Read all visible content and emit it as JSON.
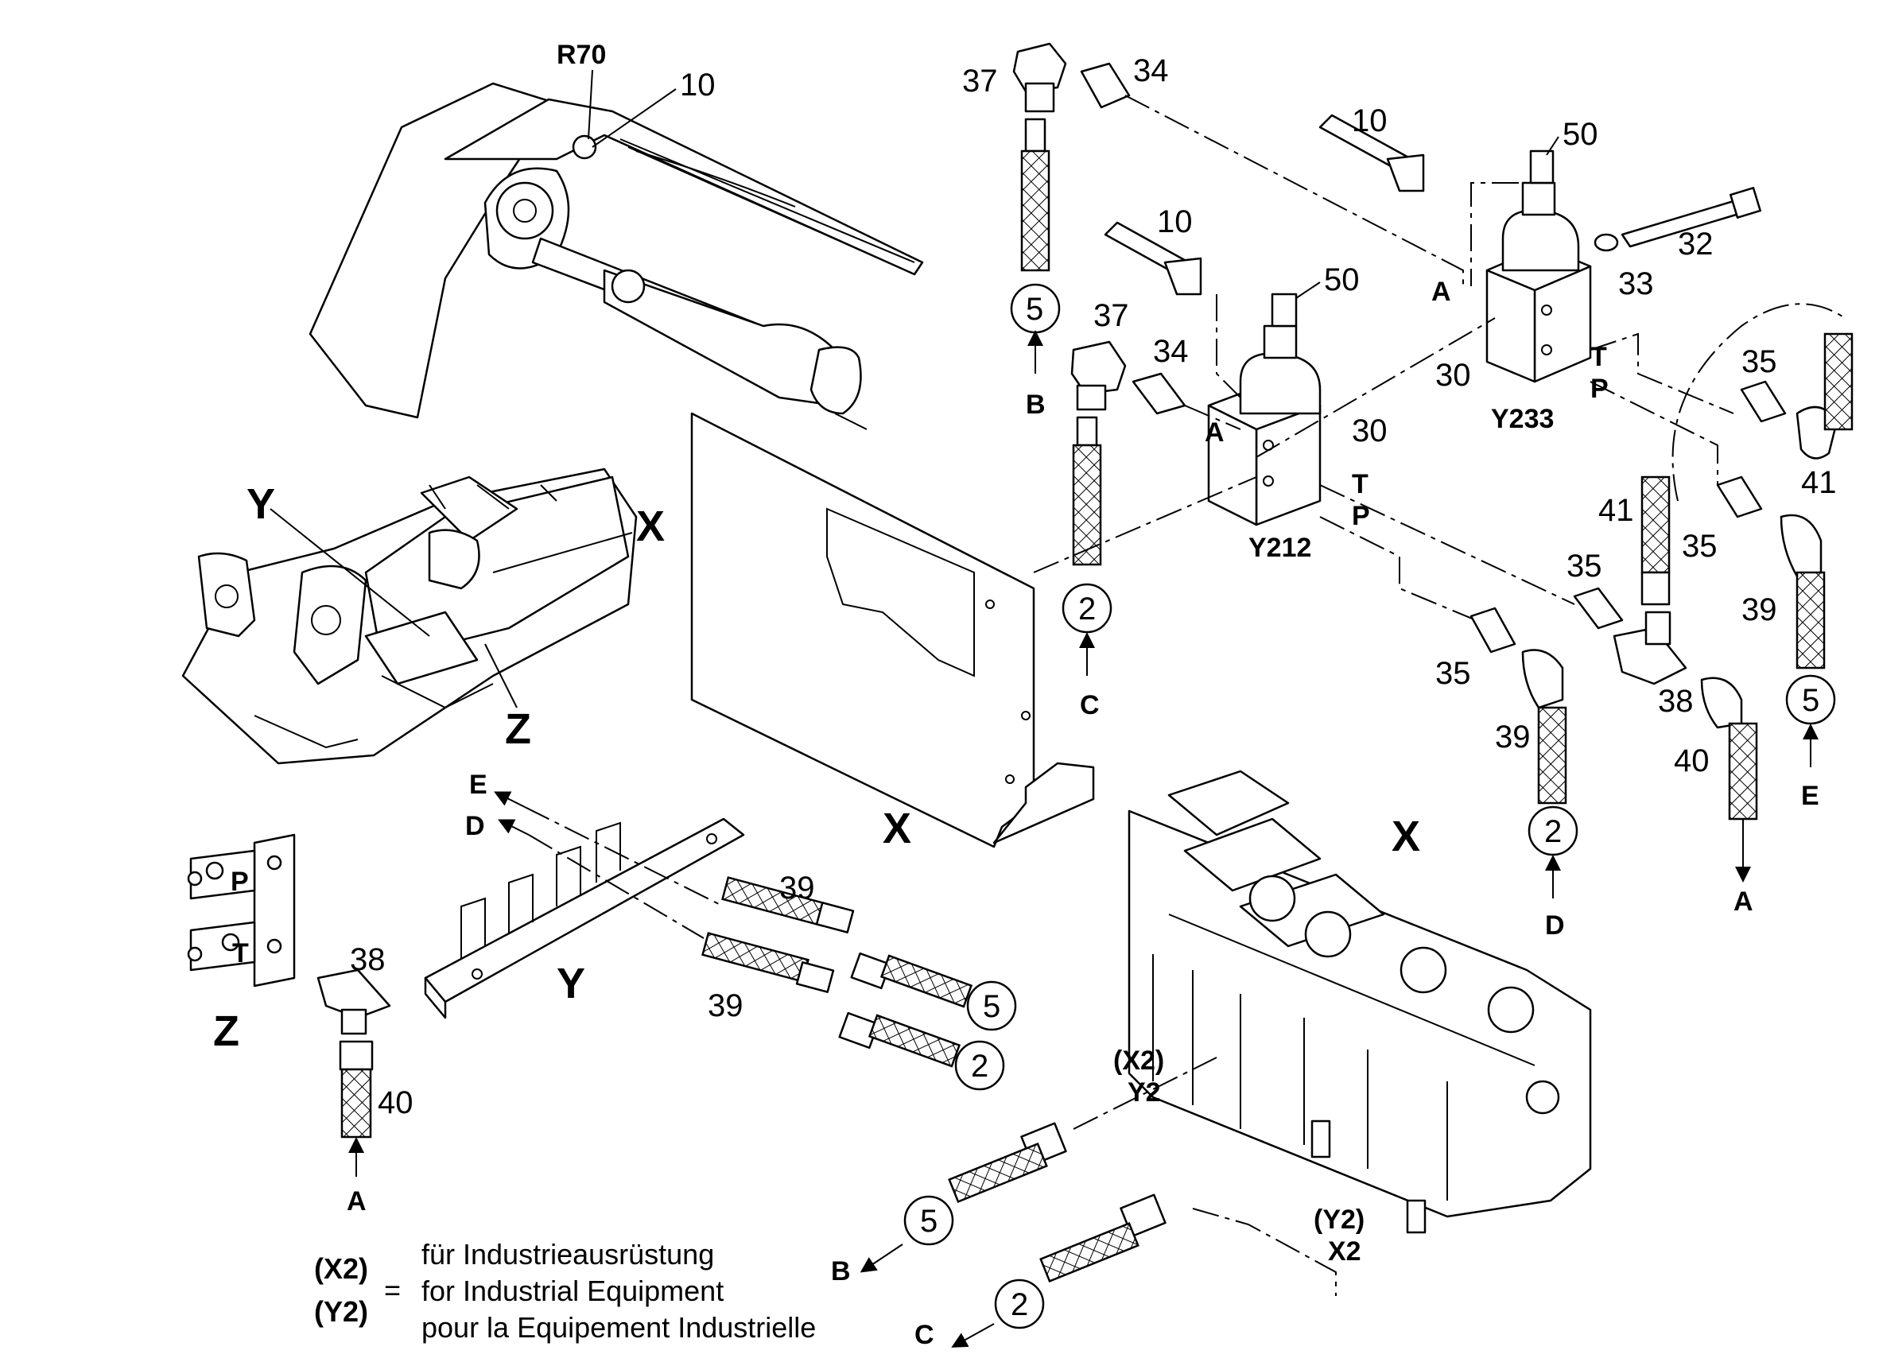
{
  "callouts": {
    "c_r70": "R70",
    "c_10a": "10",
    "c_37a": "37",
    "c_34a": "34",
    "c_10b": "10",
    "c_50a": "50",
    "c_32": "32",
    "c_33": "33",
    "c_10c": "10",
    "c_50b": "50",
    "c_37b": "37",
    "c_34b": "34",
    "c_30a": "30",
    "c_30b": "30",
    "c_y233": "Y233",
    "c_y212": "Y212",
    "c_35a": "35",
    "c_35b": "35",
    "c_35c": "35",
    "c_35d": "35",
    "c_41a": "41",
    "c_41b": "41",
    "c_39a": "39",
    "c_39b": "39",
    "c_39c": "39",
    "c_39d": "39",
    "c_38a": "38",
    "c_38b": "38",
    "c_40a": "40",
    "c_40b": "40"
  },
  "port_labels": {
    "a1": "A",
    "a2": "A",
    "t1": "T",
    "p1": "P",
    "t2": "T",
    "p2": "P",
    "zp": "P",
    "zt": "T"
  },
  "view_labels": {
    "y_main": "Y",
    "x_main": "X",
    "z_main": "Z",
    "x_plate": "X",
    "x_block": "X",
    "y_bracket": "Y",
    "z_block": "Z"
  },
  "arrow_letters": {
    "b1": "B",
    "c1": "C",
    "d1": "D",
    "e1": "E",
    "a1": "A",
    "e2": "E",
    "d2": "D",
    "a2": "A",
    "b2": "B",
    "c2": "C"
  },
  "circle_refs": {
    "r5a": "5",
    "r2a": "2",
    "r2b": "2",
    "r5b": "5",
    "r5c": "5",
    "r2c": "2",
    "r5d": "5",
    "r2d": "2"
  },
  "variant_tags": {
    "x2y2_top": "(X2)",
    "x2y2_bottom": "Y2",
    "y2x2_top": "(Y2)",
    "y2x2_bottom": "X2"
  },
  "legend": {
    "code_x2": "(X2)",
    "code_y2": "(Y2)",
    "equals": "=",
    "line_de": "für Industrieausrüstung",
    "line_en": "for Industrial Equipment",
    "line_fr": "pour la Equipement Industrielle"
  }
}
